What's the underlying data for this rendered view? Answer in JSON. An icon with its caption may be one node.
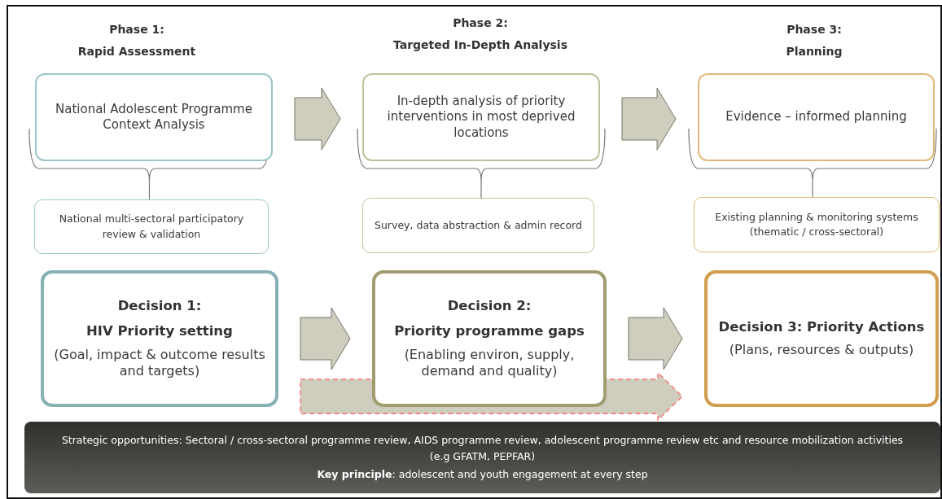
{
  "diagram": {
    "nodes": [
      {
        "text": [
          "National Adolescent Programme Context Analysis"
        ]
      },
      {
        "text": [
          "In-depth analysis of priority interventions in most deprived locations"
        ]
      },
      {
        "text": [
          "Evidence – informed planning"
        ]
      },
      {
        "text": [
          "National multi-sectoral participatory review & validation"
        ]
      },
      {
        "text": [
          "Survey, data abstraction & admin record"
        ]
      },
      {
        "text": [
          "Existing planning & monitoring systems (thematic / cross-sectoral)"
        ]
      },
      {
        "text": [
          "Decision 1:",
          "HIV Priority setting",
          "(Goal, impact & outcome results and targets)"
        ]
      },
      {
        "text": [
          "Decision 2:",
          "Priority programme gaps",
          "(Enabling environ, supply, demand and quality)"
        ]
      },
      {
        "text": [
          "Decision 3: Priority Actions",
          "(Plans, resources & outputs)"
        ]
      },
      {
        "text": [
          "Strategic opportunities: Sectoral / cross-sectoral programme review, AIDS programme review, adolescent programme review etc and resource mobilization activities (e.g GFATM, PEPFAR)",
          "**Key principle**: adolescent and youth engagement at every step"
        ]
      }
    ],
    "edges": [
      {
        "from": 0,
        "to": 1,
        "arrow": "to"
      },
      {
        "from": 1,
        "to": 2,
        "arrow": "to"
      },
      {
        "from": 0,
        "to": 3,
        "arrow": "none"
      },
      {
        "from": 1,
        "to": 4,
        "arrow": "none"
      },
      {
        "from": 2,
        "to": 5,
        "arrow": "none"
      },
      {
        "from": 6,
        "to": 7,
        "arrow": "to"
      },
      {
        "from": 7,
        "to": 8,
        "arrow": "to"
      },
      {
        "from": 6,
        "to": 8,
        "arrow": "to",
        "style": "dashed",
        "color": "#ff6b6b"
      }
    ],
    "labels": [
      "Phase 1:",
      "Rapid Assessment",
      "Phase 2:",
      "Targeted In-Depth Analysis",
      "Phase 3:",
      "Planning"
    ]
  }
}
